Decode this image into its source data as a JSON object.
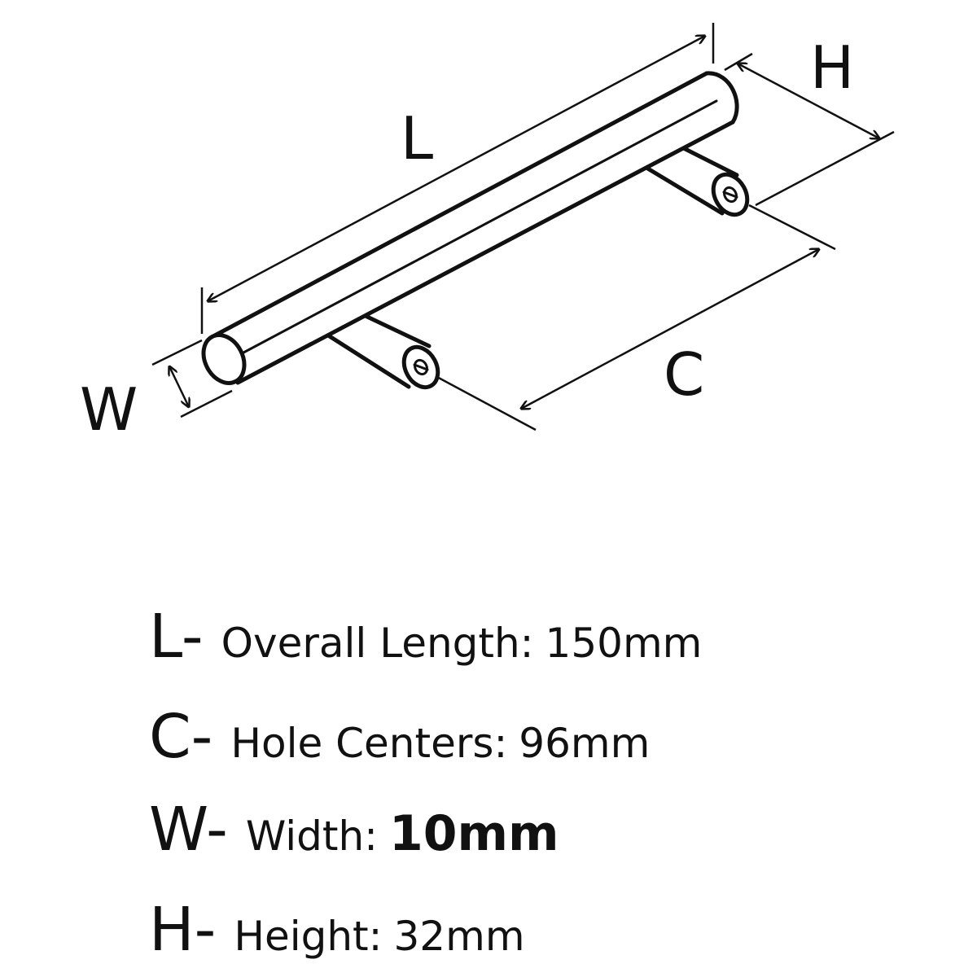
{
  "diagram": {
    "labels": {
      "length": "L",
      "height": "H",
      "centers": "C",
      "width": "W"
    },
    "line_color": "#111111",
    "body_color": "#ffffff"
  },
  "specs": [
    {
      "letter": "L-",
      "name": "Overall Length:",
      "value": "150mm"
    },
    {
      "letter": "C-",
      "name": "Hole Centers:",
      "value": "96mm"
    },
    {
      "letter": "W-",
      "name": "Width:",
      "value": "10mm"
    },
    {
      "letter": "H-",
      "name": "Height:",
      "value": "32mm"
    }
  ]
}
